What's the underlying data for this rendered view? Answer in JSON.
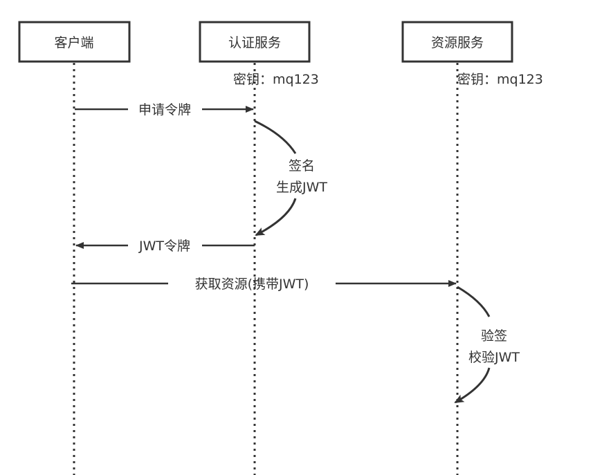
{
  "participants": [
    {
      "id": "client",
      "label": "客户端"
    },
    {
      "id": "auth",
      "label": "认证服务",
      "note": "密钥：mq123"
    },
    {
      "id": "resource",
      "label": "资源服务",
      "note": "密钥：mq123"
    }
  ],
  "messages": [
    {
      "from": "client",
      "to": "auth",
      "label": "申请令牌"
    },
    {
      "from": "auth",
      "to": "auth",
      "label_lines": [
        "签名",
        "生成JWT"
      ]
    },
    {
      "from": "auth",
      "to": "client",
      "label": "JWT令牌"
    },
    {
      "from": "client",
      "to": "resource",
      "label": "获取资源(携带JWT)"
    },
    {
      "from": "resource",
      "to": "resource",
      "label_lines": [
        "验签",
        "校验JWT"
      ]
    }
  ],
  "colors": {
    "stroke": "#333333",
    "background": "#ffffff"
  }
}
